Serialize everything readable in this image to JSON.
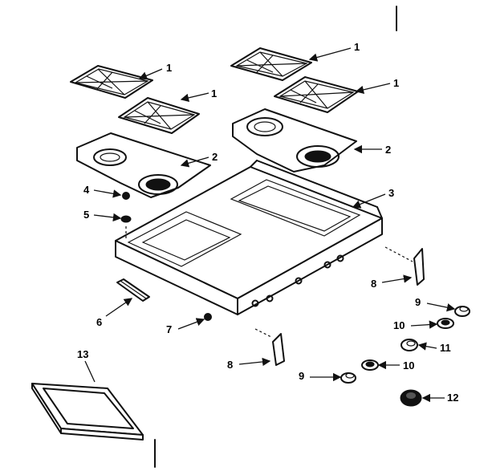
{
  "labels": {
    "grate_a": "1",
    "grate_b": "1",
    "grate_c": "1",
    "grate_d": "1",
    "burner_box_left": "2",
    "burner_box_right": "2",
    "main_top": "3",
    "screw": "4",
    "washer": "5",
    "bracket": "6",
    "clip": "7",
    "leg_right": "8",
    "leg_left": "8",
    "knob_a": "9",
    "knob_b": "9",
    "bezel_a": "10",
    "bezel_b": "10",
    "knob_c": "11",
    "knob_d": "12",
    "panel": "13"
  }
}
